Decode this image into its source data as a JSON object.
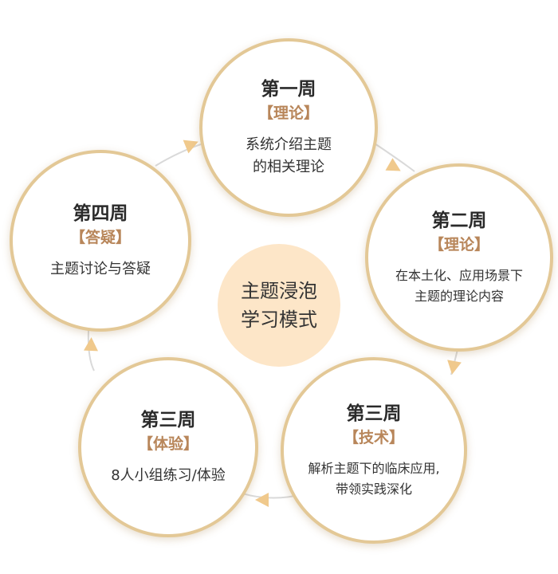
{
  "center_label": "主题浸泡\n学习模式",
  "colors": {
    "ring": "#e3c896",
    "accent": "#b8865a",
    "center_fill": "#fde6c8",
    "arrow": "#f0c98c"
  },
  "weeks": [
    {
      "title": "第一周",
      "tag": "【理论】",
      "desc": "系统介绍主题\n的相关理论"
    },
    {
      "title": "第二周",
      "tag": "【理论】",
      "desc": "在本土化、应用场景下\n主题的理论内容"
    },
    {
      "title": "第三周",
      "tag": "【技术】",
      "desc": "解析主题下的临床应用,\n带领实践深化"
    },
    {
      "title": "第三周",
      "tag": "【体验】",
      "desc": "8人小组练习/体验"
    },
    {
      "title": "第四周",
      "tag": "【答疑】",
      "desc": "主题讨论与答疑"
    }
  ]
}
